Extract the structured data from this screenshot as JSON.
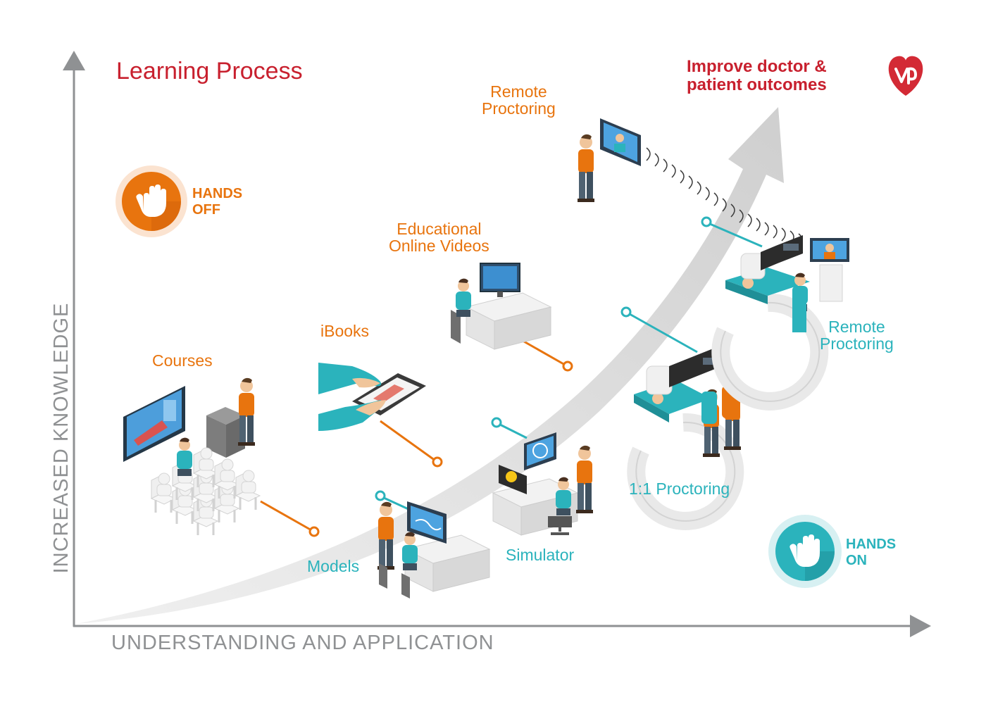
{
  "title": "Learning Process",
  "goal": {
    "line1": "Improve doctor &",
    "line2": "patient outcomes"
  },
  "axes": {
    "x_label": "UNDERSTANDING AND APPLICATION",
    "y_label": "INCREASED KNOWLEDGE"
  },
  "hands_off": {
    "line1": "HANDS",
    "line2": "OFF"
  },
  "hands_on": {
    "line1": "HANDS",
    "line2": "ON"
  },
  "stages": {
    "courses": "Courses",
    "ibooks": "iBooks",
    "videos_line1": "Educational",
    "videos_line2": "Online Videos",
    "remote_top_line1": "Remote",
    "remote_top_line2": "Proctoring",
    "models": "Models",
    "simulator": "Simulator",
    "one_to_one": "1:1 Proctoring",
    "remote_right_line1": "Remote",
    "remote_right_line2": "Proctoring"
  },
  "colors": {
    "orange": "#E8740E",
    "teal": "#2BB3BC",
    "red": "#C8202E",
    "grey_axis": "#8f9193",
    "arrow": "#dcdcdc"
  }
}
